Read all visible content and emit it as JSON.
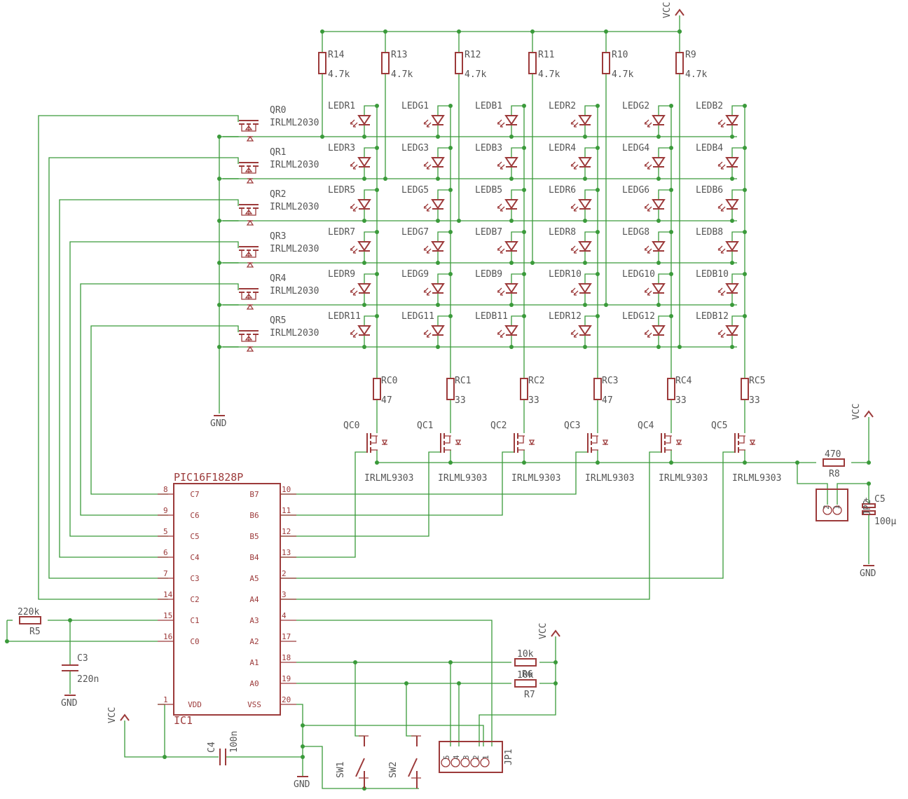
{
  "resistors_top": [
    {
      "name": "R14",
      "value": "4.7k"
    },
    {
      "name": "R13",
      "value": "4.7k"
    },
    {
      "name": "R12",
      "value": "4.7k"
    },
    {
      "name": "R11",
      "value": "4.7k"
    },
    {
      "name": "R10",
      "value": "4.7k"
    },
    {
      "name": "R9",
      "value": "4.7k"
    }
  ],
  "leds": [
    [
      "LEDR1",
      "LEDG1",
      "LEDB1",
      "LEDR2",
      "LEDG2",
      "LEDB2"
    ],
    [
      "LEDR3",
      "LEDG3",
      "LEDB3",
      "LEDR4",
      "LEDG4",
      "LEDB4"
    ],
    [
      "LEDR5",
      "LEDG5",
      "LEDB5",
      "LEDR6",
      "LEDG6",
      "LEDB6"
    ],
    [
      "LEDR7",
      "LEDG7",
      "LEDB7",
      "LEDR8",
      "LEDG8",
      "LEDB8"
    ],
    [
      "LEDR9",
      "LEDG9",
      "LEDB9",
      "LEDR10",
      "LEDG10",
      "LEDB10"
    ],
    [
      "LEDR11",
      "LEDG11",
      "LEDB11",
      "LEDR12",
      "LEDG12",
      "LEDB12"
    ]
  ],
  "row_fets": [
    {
      "name": "QR0",
      "part": "IRLML2030"
    },
    {
      "name": "QR1",
      "part": "IRLML2030"
    },
    {
      "name": "QR2",
      "part": "IRLML2030"
    },
    {
      "name": "QR3",
      "part": "IRLML2030"
    },
    {
      "name": "QR4",
      "part": "IRLML2030"
    },
    {
      "name": "QR5",
      "part": "IRLML2030"
    }
  ],
  "col_resistors": [
    {
      "name": "RC0",
      "value": "47"
    },
    {
      "name": "RC1",
      "value": "33"
    },
    {
      "name": "RC2",
      "value": "33"
    },
    {
      "name": "RC3",
      "value": "47"
    },
    {
      "name": "RC4",
      "value": "33"
    },
    {
      "name": "RC5",
      "value": "33"
    }
  ],
  "col_fets": [
    {
      "name": "QC0",
      "part": "IRLML9303"
    },
    {
      "name": "QC1",
      "part": "IRLML9303"
    },
    {
      "name": "QC2",
      "part": "IRLML9303"
    },
    {
      "name": "QC3",
      "part": "IRLML9303"
    },
    {
      "name": "QC4",
      "part": "IRLML9303"
    },
    {
      "name": "QC5",
      "part": "IRLML9303"
    }
  ],
  "ic": {
    "part": "PIC16F1828P",
    "ref": "IC1",
    "left_pins": [
      {
        "num": "8",
        "name": "C7"
      },
      {
        "num": "9",
        "name": "C6"
      },
      {
        "num": "5",
        "name": "C5"
      },
      {
        "num": "6",
        "name": "C4"
      },
      {
        "num": "7",
        "name": "C3"
      },
      {
        "num": "14",
        "name": "C2"
      },
      {
        "num": "15",
        "name": "C1"
      },
      {
        "num": "16",
        "name": "C0"
      },
      {
        "num": "1",
        "name": "VDD"
      }
    ],
    "right_pins": [
      {
        "num": "10",
        "name": "B7"
      },
      {
        "num": "11",
        "name": "B6"
      },
      {
        "num": "12",
        "name": "B5"
      },
      {
        "num": "13",
        "name": "B4"
      },
      {
        "num": "2",
        "name": "A5"
      },
      {
        "num": "3",
        "name": "A4"
      },
      {
        "num": "4",
        "name": "A3"
      },
      {
        "num": "17",
        "name": "A2"
      },
      {
        "num": "18",
        "name": "A1"
      },
      {
        "num": "19",
        "name": "A0"
      },
      {
        "num": "20",
        "name": "VSS"
      }
    ]
  },
  "labels": {
    "vcc": "VCC",
    "gnd": "GND",
    "r5_name": "R5",
    "r5_value": "220k",
    "c3_name": "C3",
    "c3_value": "220n",
    "c4_name": "C4",
    "c4_value": "100n",
    "r6_name": "R6",
    "r6_value": "10k",
    "r7_name": "R7",
    "r7_value": "10k",
    "r8_name": "R8",
    "r8_value": "470",
    "c5_name": "C5",
    "c5_value": "100µ",
    "jp1": "JP1",
    "jp2": "JP2",
    "sw1": "SW1",
    "sw2": "SW2",
    "jp1_pins": [
      "5",
      "4",
      "3",
      "2",
      "1"
    ],
    "jp2_pins": [
      "2",
      "1"
    ]
  }
}
